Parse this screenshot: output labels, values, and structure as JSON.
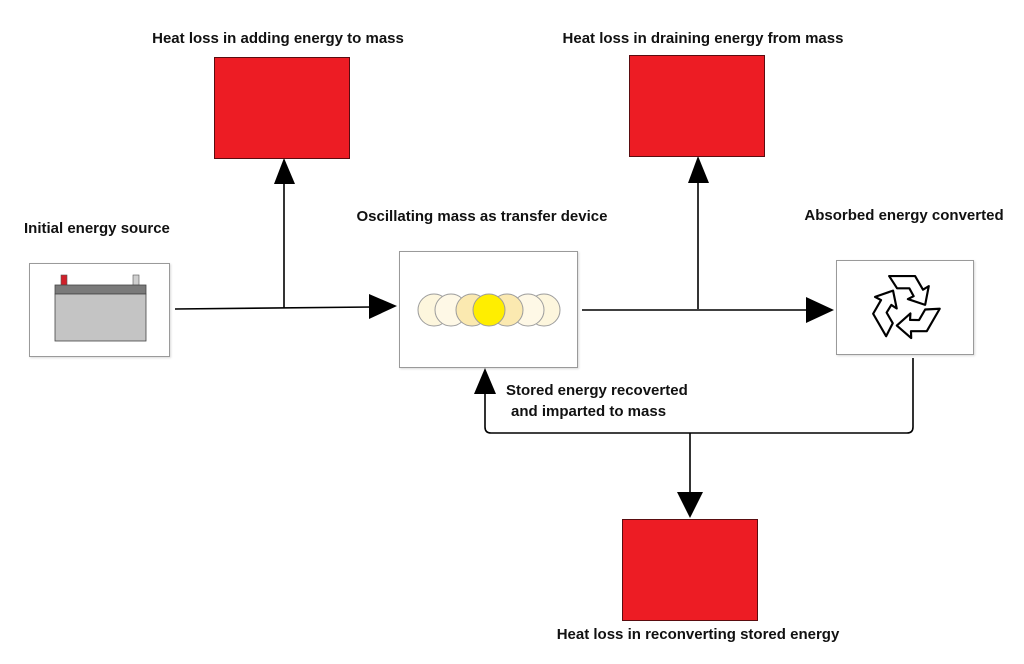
{
  "colors": {
    "heat_box": "#ed1c24",
    "line": "#000000",
    "battery_body": "#c4c4c4",
    "battery_top": "#7a7a7a",
    "terminal_pos": "#d0202a",
    "terminal_neg": "#cfcfcf",
    "mass_center": "#ffee00",
    "mass_near": "#fbe9b0",
    "mass_far": "#fdf6dd",
    "mass_outline": "#9c9c9c"
  },
  "labels": {
    "heat_loss_adding": "Heat loss in adding energy to mass",
    "heat_loss_draining": "Heat loss in draining energy from mass",
    "initial_source": "Initial energy source",
    "oscillating_mass": "Oscillating mass as transfer device",
    "absorbed_converted": "Absorbed energy converted",
    "stored_recovered_line1": "Stored energy recoverted",
    "stored_recovered_line2": "and imparted to mass",
    "heat_loss_reconverting": "Heat loss in reconverting stored energy"
  },
  "icons": {
    "source": "battery-icon",
    "transfer": "oscillating-mass-icon",
    "converter": "recycle-icon"
  }
}
